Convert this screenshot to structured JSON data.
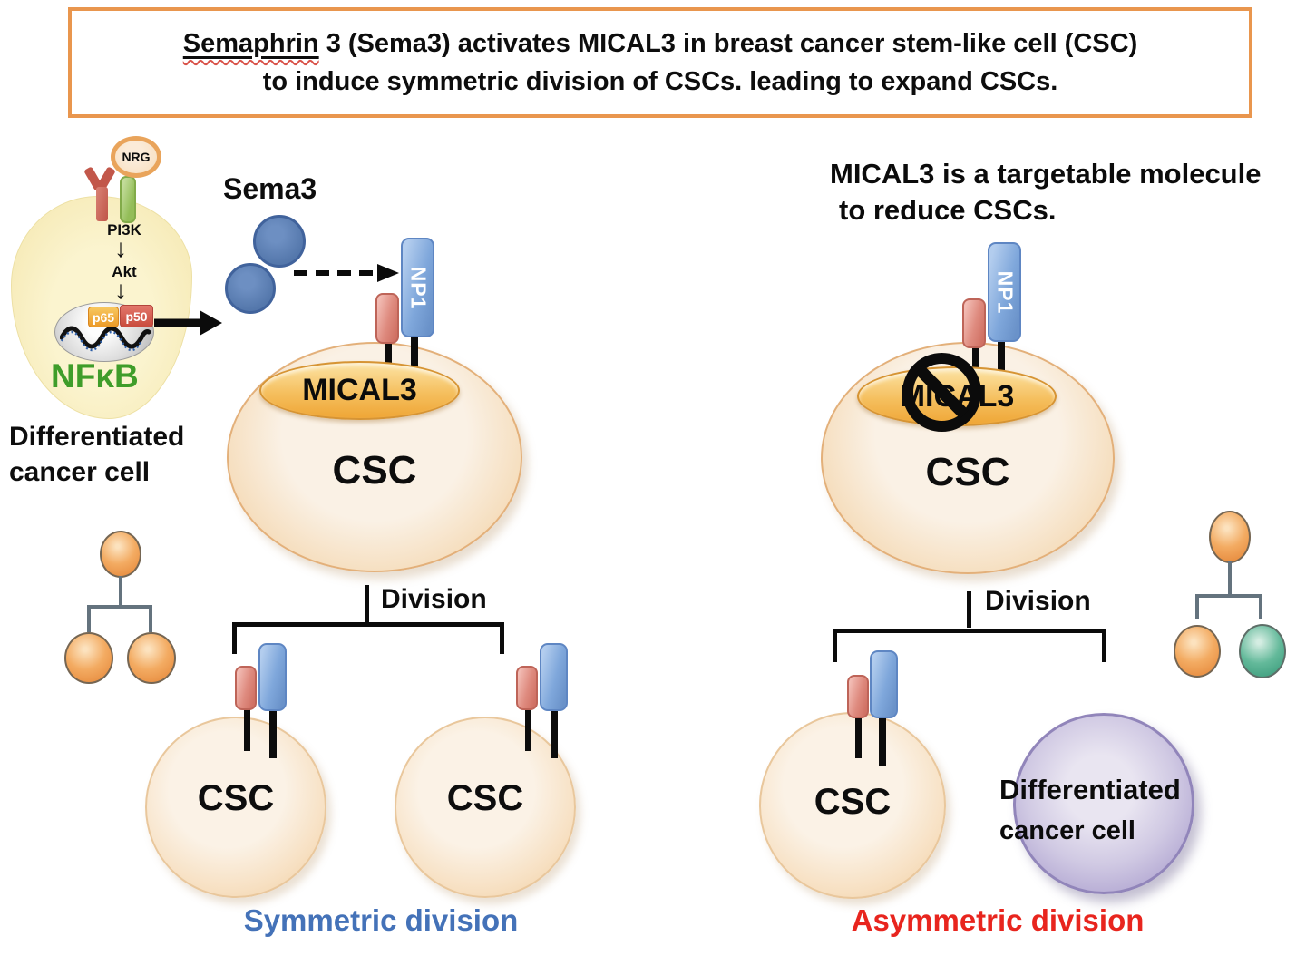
{
  "title": {
    "word_underlined": "Semaphrin",
    "line1_rest": " 3 (Sema3) activates MICAL3 in breast cancer stem-like cell (CSC)",
    "line2": "to induce symmetric division of CSCs. leading to expand CSCs."
  },
  "signaling_cell": {
    "ligand": "NRG",
    "kinase1": "PI3K",
    "kinase2": "Akt",
    "subunit1": "p65",
    "subunit2": "p50",
    "tf": "NFκB",
    "down_arrow": "↓"
  },
  "left_label": {
    "line1": "Differentiated",
    "line2": "cancer cell"
  },
  "ligand_label": "Sema3",
  "receptor_label": "NP1",
  "enzyme_label": "MICAL3",
  "cell_label": "CSC",
  "division_label": "Division",
  "symmetric_label": "Symmetric division",
  "asymmetric_label": "Asymmetric division",
  "right_header": {
    "line1": "MICAL3 is a targetable molecule",
    "line2": "to reduce CSCs."
  },
  "diff_cell": {
    "line1": "Differentiated",
    "line2": "cancer cell"
  },
  "colors": {
    "title_border": "#E9964E",
    "symmetric_blue": "#4472B8",
    "asymmetric_red": "#E8251E",
    "nfkb_green": "#3F9D2A",
    "np1_blue": "#7FA7DB",
    "receptor_red": "#DE8A7E",
    "mical_gold": "#F5BF5E",
    "csc_cream": "#F6DFC0",
    "sema3_blue": "#5578AC",
    "tree_orange": "#F3AB62",
    "tree_green": "#63B99A",
    "differentiated_purple": "#B2A7D2"
  }
}
